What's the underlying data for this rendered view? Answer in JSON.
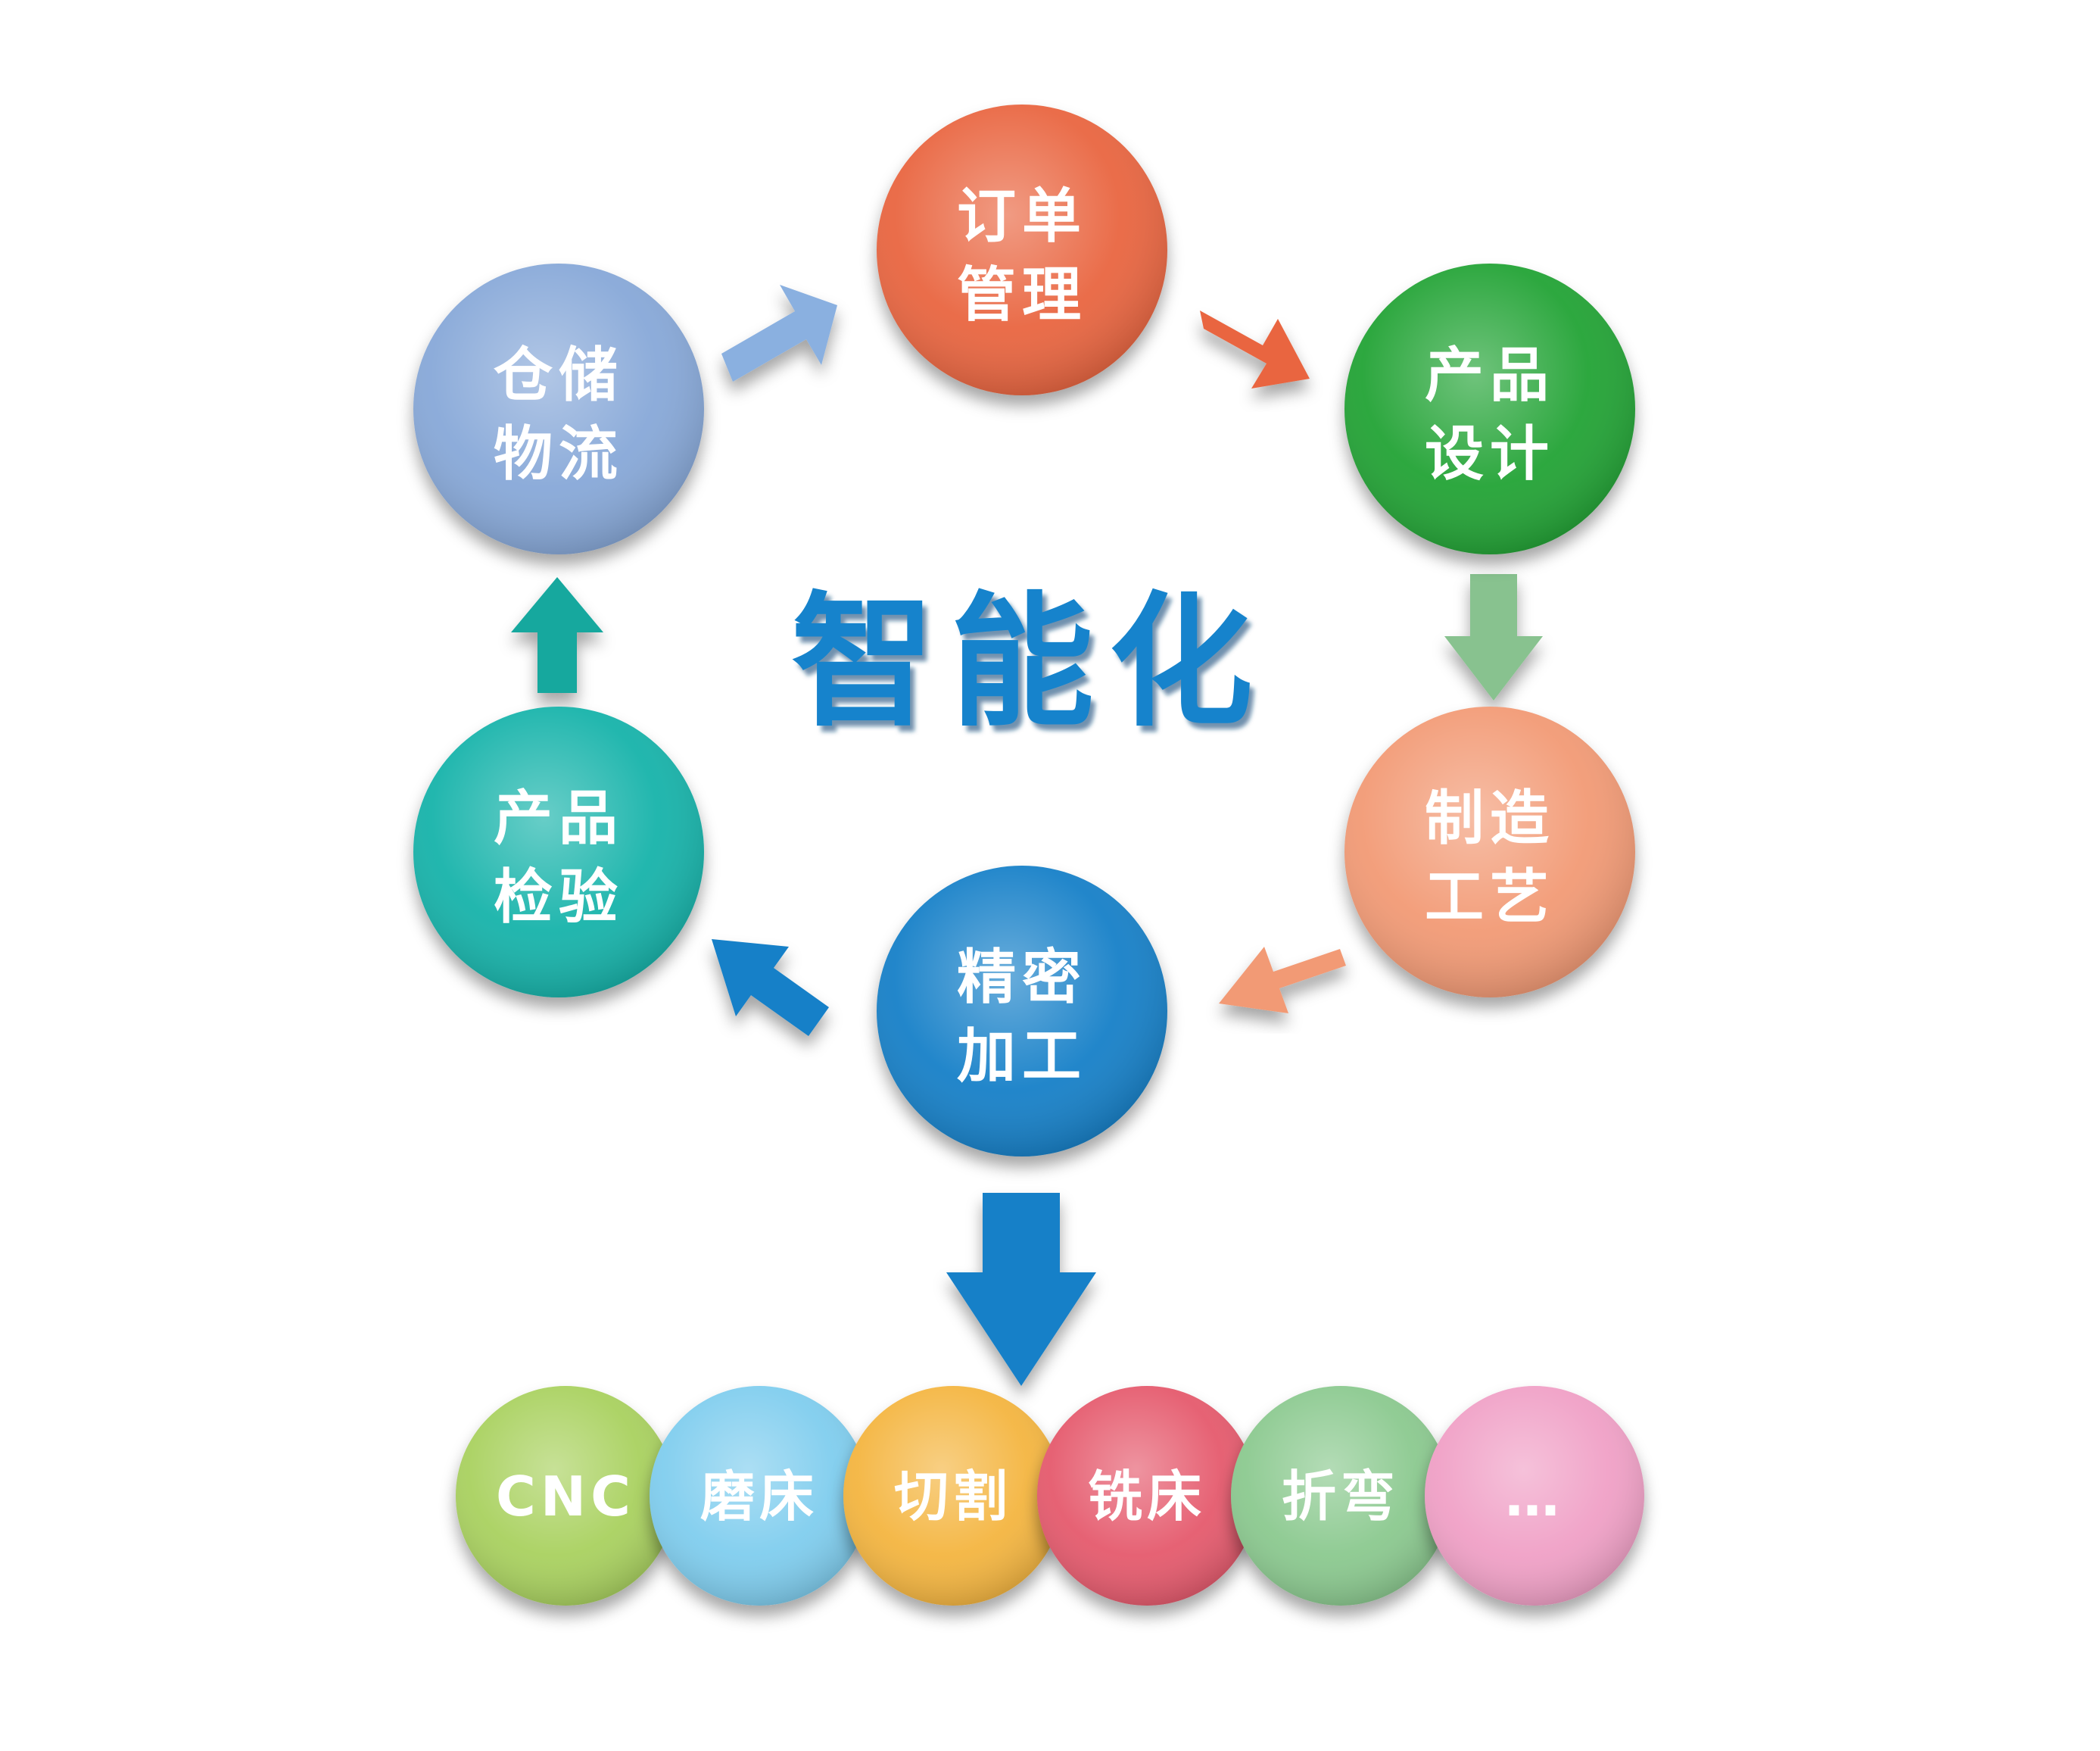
{
  "center_label": "智能化",
  "colors": {
    "center_text": "#1583cc",
    "order": "#e9653f",
    "design": "#23a334",
    "process": "#f29a75",
    "machining": "#1580c8",
    "inspection": "#14b3aa",
    "warehouse": "#87a8d8",
    "arrow_design": "#88c28f",
    "arrow_inspect": "#16a89e",
    "arrow_main": "#1580c8"
  },
  "cycle_nodes": [
    {
      "id": "order",
      "line1": "订单",
      "line2": "管理"
    },
    {
      "id": "design",
      "line1": "产品",
      "line2": "设计"
    },
    {
      "id": "process",
      "line1": "制造",
      "line2": "工艺"
    },
    {
      "id": "machining",
      "line1": "精密",
      "line2": "加工"
    },
    {
      "id": "inspection",
      "line1": "产品",
      "line2": "检验"
    },
    {
      "id": "warehouse",
      "line1": "仓储",
      "line2": "物流"
    }
  ],
  "equipment": [
    {
      "label": "CNC",
      "color": "#a9d15e"
    },
    {
      "label": "磨床",
      "color": "#7fcdee"
    },
    {
      "label": "切割",
      "color": "#f4b541"
    },
    {
      "label": "铣床",
      "color": "#e55a6d"
    },
    {
      "label": "折弯",
      "color": "#8bc98f"
    },
    {
      "label": "…",
      "color": "#f0a0c6"
    }
  ]
}
